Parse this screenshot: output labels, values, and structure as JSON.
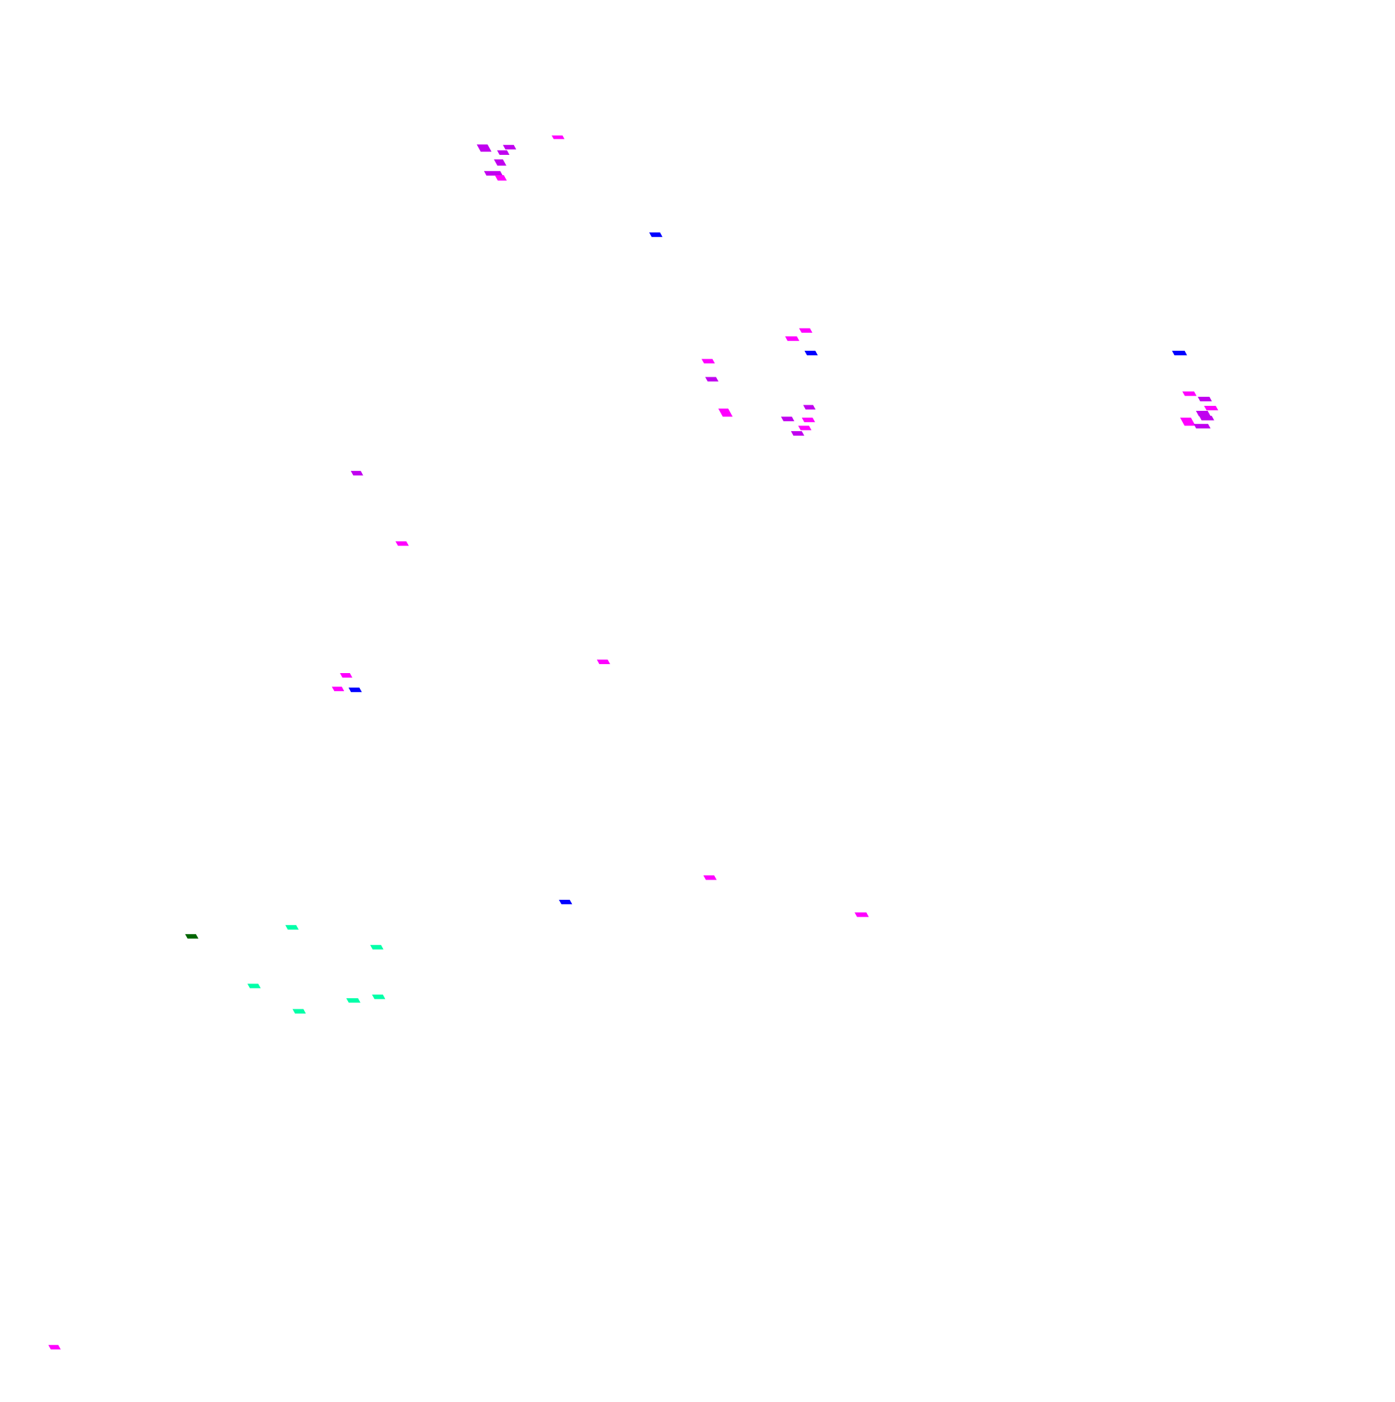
{
  "palette": {
    "background": "#ffffff",
    "magenta": "#ff00ff",
    "purple": "#c000ef",
    "blue": "#0000ff",
    "aqua": "#00ffa8",
    "dark_green": "#006400"
  },
  "marks": {
    "count": 48,
    "shape": "parallelogram",
    "color_groups": [
      "magenta",
      "purple",
      "blue",
      "aqua",
      "dark_green"
    ]
  }
}
